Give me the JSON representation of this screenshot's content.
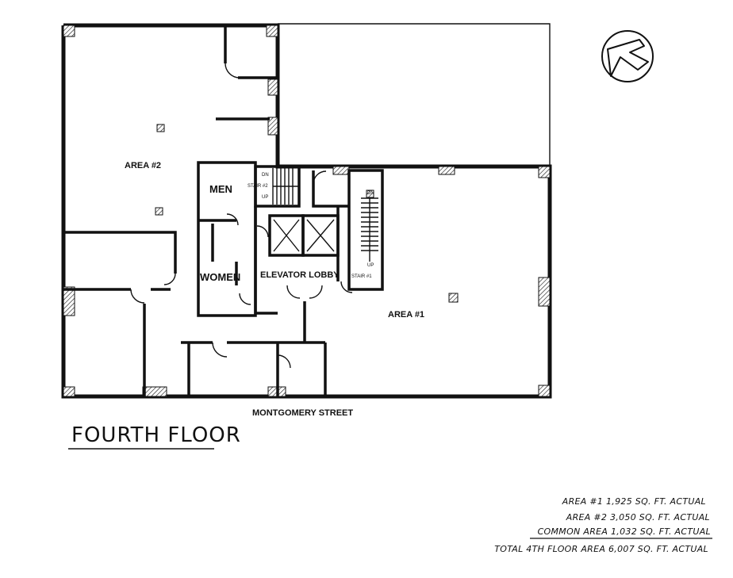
{
  "floor_title": "FOURTH FLOOR",
  "street_label": "MONTGOMERY STREET",
  "rooms": {
    "area1": "AREA #1",
    "area2": "AREA #2",
    "men": "MEN",
    "women": "WOMEN",
    "elevator_lobby": "ELEVATOR LOBBY",
    "stair1": "STAIR #1",
    "stair2": "STAIR #2",
    "up": "UP",
    "dn": "DN"
  },
  "summary": {
    "line1": "AREA #1   1,925 SQ. FT. ACTUAL",
    "line2": "AREA #2  3,050 SQ. FT. ACTUAL",
    "line3": "COMMON AREA 1,032 SQ. FT. ACTUAL",
    "line4": "TOTAL 4TH FLOOR AREA 6,007 SQ. FT. ACTUAL"
  },
  "north_arrow": "north-arrow-icon"
}
